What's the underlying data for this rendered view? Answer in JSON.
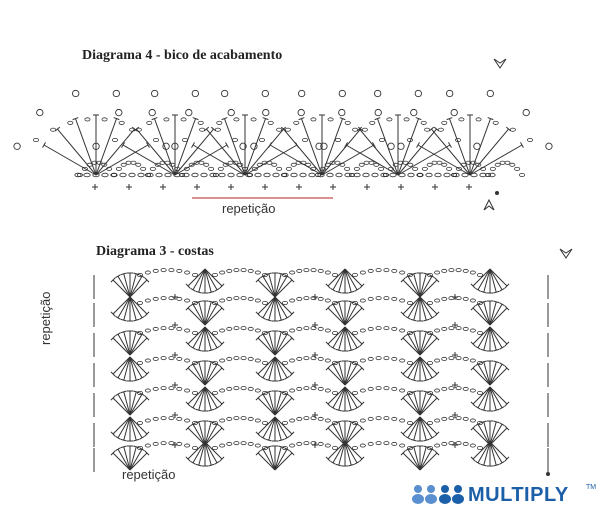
{
  "diagram4": {
    "title": "Diagrama 4 - bico de acabamento",
    "repeat_label": "repetição"
  },
  "diagram3": {
    "title": "Diagrama 3 - costas",
    "repeat_label_bottom": "repetição",
    "repeat_label_side": "repetição"
  },
  "logo": {
    "text": "MULTIPLY",
    "tm": "TM"
  },
  "colors": {
    "ink": "#333333",
    "repeat_line": "#b02020",
    "logo": "#1b5fa8"
  }
}
